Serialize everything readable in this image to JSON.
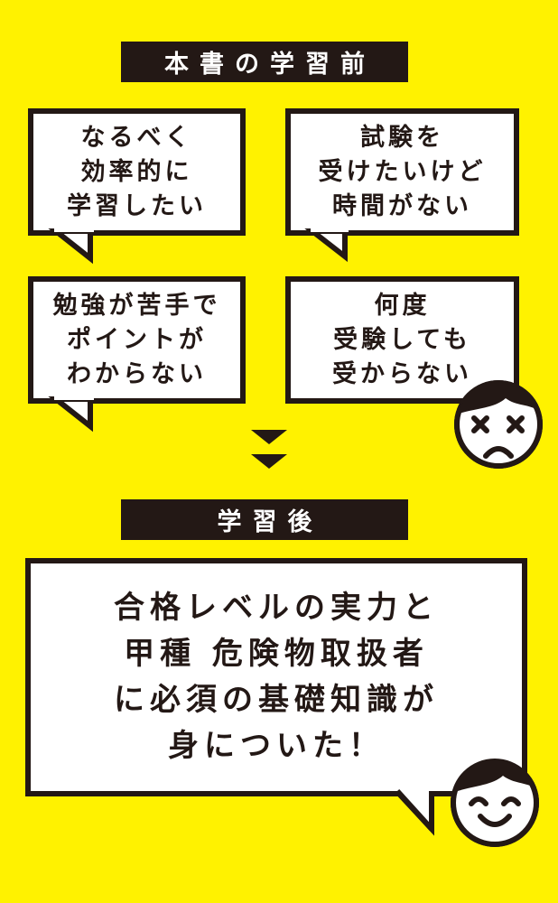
{
  "labels": {
    "before": "本書の学習前",
    "after": "学習後"
  },
  "bubbles": {
    "b1": "なるべく\n効率的に\n学習したい",
    "b2": "試験を\n受けたいけど\n時間がない",
    "b3": "勉強が苦手で\nポイントが\nわからない",
    "b4": "何度\n受験しても\n受からない",
    "result": "合格レベルの実力と\n甲種 危険物取扱者\nに必須の基礎知識が\n身についた！"
  },
  "icons": {
    "sad": "sad-face-icon",
    "happy": "happy-face-icon",
    "arrow": "double-chevron-down-icon"
  },
  "colors": {
    "background": "#FFF200",
    "ink": "#231815",
    "bubble": "#ffffff"
  }
}
